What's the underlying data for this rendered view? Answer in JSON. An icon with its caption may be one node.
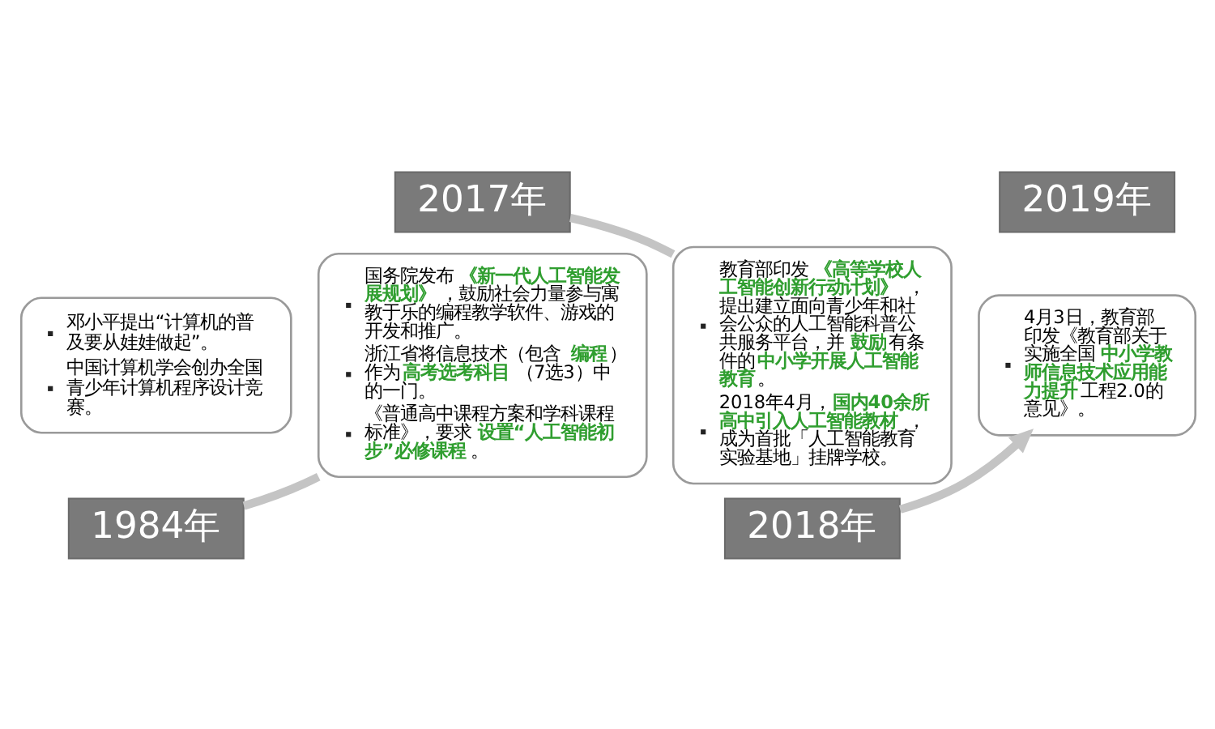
{
  "diagram": {
    "nodes": [
      {
        "text": [
          "邓小平提出“计算机的普及要从娃娃做起”。",
          "中国计算机学会创办全国青少年计算机程序设计竞赛。"
        ]
      },
      {
        "text": [
          "1984年"
        ]
      },
      {
        "text": [
          "2017年"
        ]
      },
      {
        "text": [
          "国务院发布**《新一代人工智能发展规划》**，鼓励社会力量参与寓教于乐的编程教学软件、游戏的开发和推广。",
          "浙江省将信息技术（包含**编程**）作为**高考选考科目**（7选3）中的一门。",
          "《普通高中课程方案和学科课程标准》，要求**设置“人工智能初步”必修课程**。"
        ]
      },
      {
        "text": [
          "教育部印发**《高等学校人工智能创新行动计划》**，提出建立面向青少年和社会公众的人工智能科普公共服务平台，并**鼓励**有条件的**中小学开展人工智能教育**。",
          "2018年4月，**国内40余所高中引入人工智能教材**，成为首批「人工智能教育实验基地」挂牌学校。"
        ]
      },
      {
        "text": [
          "2018年"
        ]
      },
      {
        "text": [
          "2019年"
        ]
      },
      {
        "text": [
          "4月3日，教育部印发《教育部关于实施全国**中小学教师信息技术应用能力提升**工程2.0的意见》。"
        ]
      }
    ],
    "edges": [
      {
        "from": 1,
        "to": 3,
        "arrow": "none"
      },
      {
        "from": 2,
        "to": 4,
        "arrow": "none"
      },
      {
        "from": 5,
        "to": 7,
        "arrow": "to"
      }
    ]
  }
}
